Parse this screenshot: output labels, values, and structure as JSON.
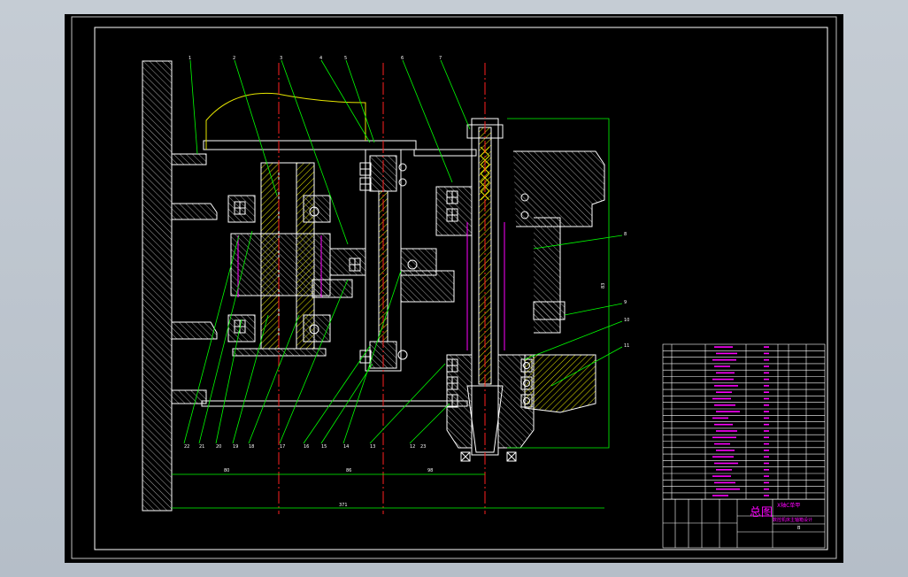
{
  "title_block": {
    "drawing_title": "总图",
    "parts_heading": "X轴C单甲",
    "sub_caption": "数控机床主轴箱设计",
    "sheet_no": "B"
  },
  "balloons": [
    "1",
    "2",
    "3",
    "4",
    "5",
    "6",
    "7",
    "8",
    "9",
    "10",
    "11",
    "12",
    "13",
    "14",
    "15",
    "16",
    "17",
    "18",
    "19",
    "20",
    "21",
    "22",
    "23"
  ],
  "dimensions": {
    "dim_a": "80",
    "dim_b": "86",
    "dim_c": "98",
    "overall_width": "371",
    "overall_height": "83"
  },
  "colors": {
    "background": "#000000",
    "outline": "#ffffff",
    "leader": "#00ff00",
    "centerline": "#ff2020",
    "hatch": "#ffff00",
    "annotation": "#ff00ff",
    "frame": "#c0c0c0"
  }
}
